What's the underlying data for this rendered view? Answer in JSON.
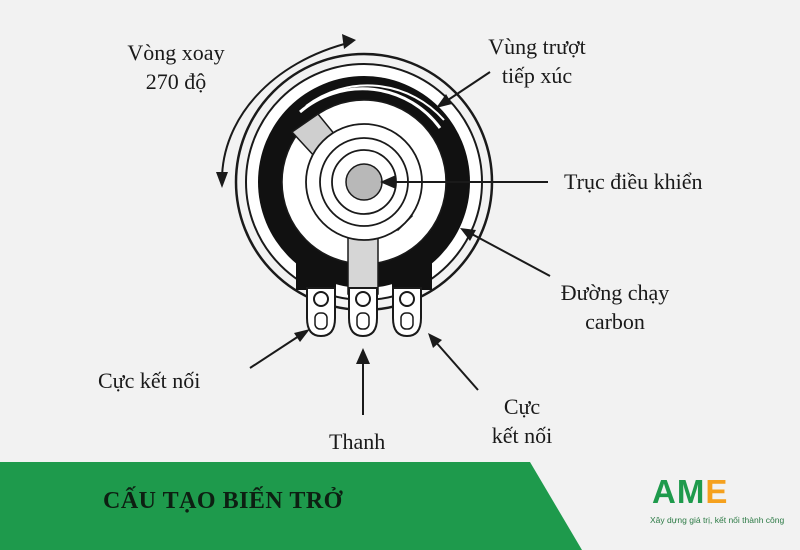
{
  "labels": {
    "rotation_l1": "Vòng xoay",
    "rotation_l2": "270 độ",
    "contact_l1": "Vùng trượt",
    "contact_l2": "tiếp xúc",
    "shaft": "Trục điều khiển",
    "carbon_l1": "Đường chạy",
    "carbon_l2": "carbon",
    "terminal_left": "Cực kết nối",
    "wiper": "Thanh",
    "terminal_right_l1": "Cực",
    "terminal_right_l2": "kết nối"
  },
  "banner": {
    "title": "CẤU TẠO BIẾN TRỞ",
    "color": "#1e9a4c"
  },
  "logo": {
    "letter_a": "A",
    "letter_m": "M",
    "letter_e": "E",
    "tagline": "Xây dựng giá trị, kết nối thành công",
    "color_green": "#1e9a4c",
    "color_orange": "#f5a11e"
  }
}
